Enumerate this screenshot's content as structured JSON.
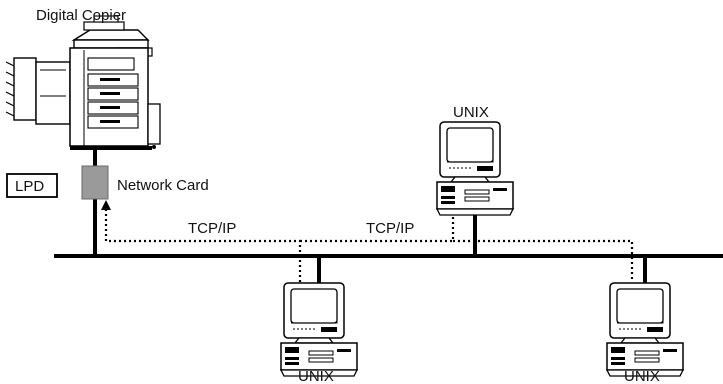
{
  "labels": {
    "copier": "Digital Copier",
    "lpd": "LPD",
    "network_card": "Network Card",
    "protocol_left": "TCP/IP",
    "protocol_right": "TCP/IP",
    "unix_top": "UNIX",
    "unix_bottom_left": "UNIX",
    "unix_bottom_right": "UNIX"
  },
  "icons": [
    "digital-copier-icon",
    "network-card-icon",
    "computer-icon"
  ]
}
